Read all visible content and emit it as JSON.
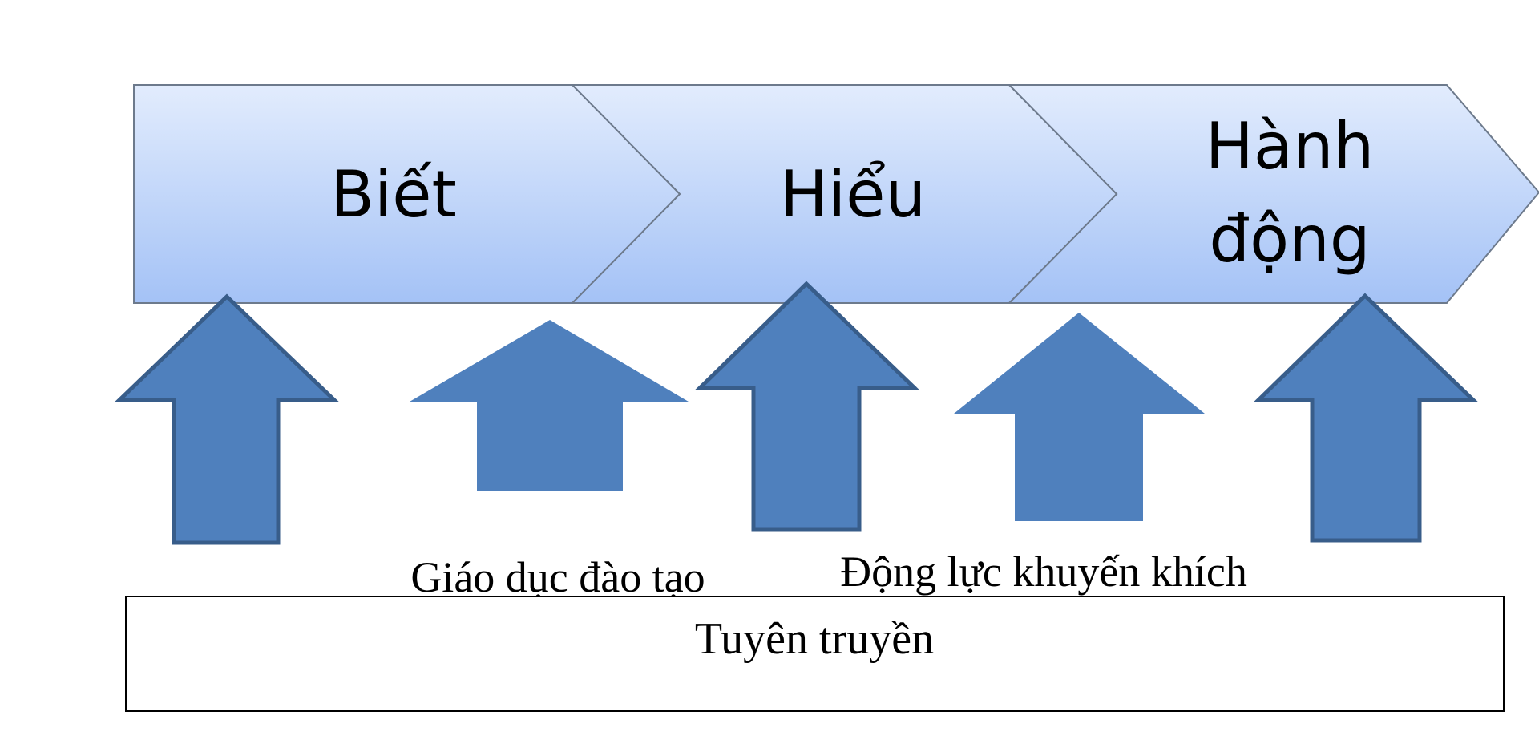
{
  "stages": [
    {
      "label": "Biết"
    },
    {
      "label": "Hiểu"
    },
    {
      "label_lines": [
        "Hành",
        "động"
      ]
    }
  ],
  "supports": [
    {
      "label": "Giáo dục đào tạo"
    },
    {
      "label": "Động lực khuyến khích"
    }
  ],
  "base": {
    "label": "Tuyên truyền"
  },
  "colors": {
    "chevron_top": "#e2ecfd",
    "chevron_bottom": "#a4c2f6",
    "chevron_stroke": "#6d7a8c",
    "arrow_fill": "#4f80bd",
    "arrow_stroke": "#385d8a",
    "base_stroke": "#000000"
  }
}
